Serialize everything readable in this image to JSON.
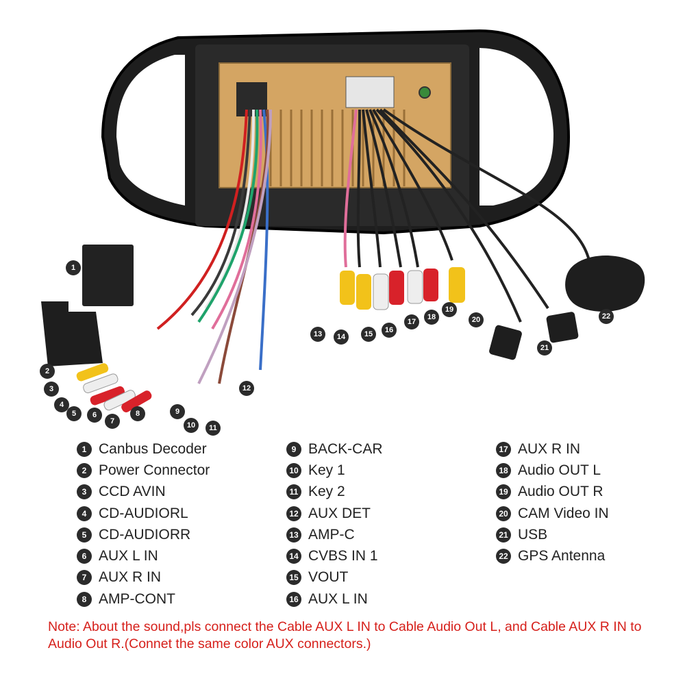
{
  "diagram": {
    "callouts": [
      "1",
      "2",
      "3",
      "4",
      "5",
      "6",
      "7",
      "8",
      "9",
      "10",
      "11",
      "12",
      "13",
      "14",
      "15",
      "16",
      "17",
      "18",
      "19",
      "20",
      "21",
      "22"
    ]
  },
  "legend": {
    "col1": [
      {
        "num": "1",
        "label": "Canbus Decoder"
      },
      {
        "num": "2",
        "label": "Power Connector"
      },
      {
        "num": "3",
        "label": "CCD AVIN"
      },
      {
        "num": "4",
        "label": "CD-AUDIORL"
      },
      {
        "num": "5",
        "label": "CD-AUDIORR"
      },
      {
        "num": "6",
        "label": "AUX L IN"
      },
      {
        "num": "7",
        "label": "AUX R IN"
      },
      {
        "num": "8",
        "label": "AMP-CONT"
      }
    ],
    "col2": [
      {
        "num": "9",
        "label": "BACK-CAR"
      },
      {
        "num": "10",
        "label": "Key 1"
      },
      {
        "num": "11",
        "label": "Key 2"
      },
      {
        "num": "12",
        "label": "AUX DET"
      },
      {
        "num": "13",
        "label": "AMP-C"
      },
      {
        "num": "14",
        "label": "CVBS IN 1"
      },
      {
        "num": "15",
        "label": "VOUT"
      },
      {
        "num": "16",
        "label": "AUX L IN"
      }
    ],
    "col3": [
      {
        "num": "17",
        "label": "AUX R IN"
      },
      {
        "num": "18",
        "label": "Audio OUT L"
      },
      {
        "num": "19",
        "label": "Audio OUT R"
      },
      {
        "num": "20",
        "label": "CAM Video IN"
      },
      {
        "num": "21",
        "label": "USB"
      },
      {
        "num": "22",
        "label": "GPS Antenna"
      }
    ]
  },
  "note": "Note: About the sound,pls connect the Cable AUX L IN to Cable Audio Out L, and Cable AUX R IN to  Audio Out R.(Connet the same color AUX connectors.)",
  "colors": {
    "note_red": "#d6201b",
    "frame_black": "#1c1c1c",
    "panel_gold": "#d7a964",
    "rca_yellow": "#f2c21a",
    "rca_red": "#d8222a",
    "rca_white": "#eeeeee"
  }
}
